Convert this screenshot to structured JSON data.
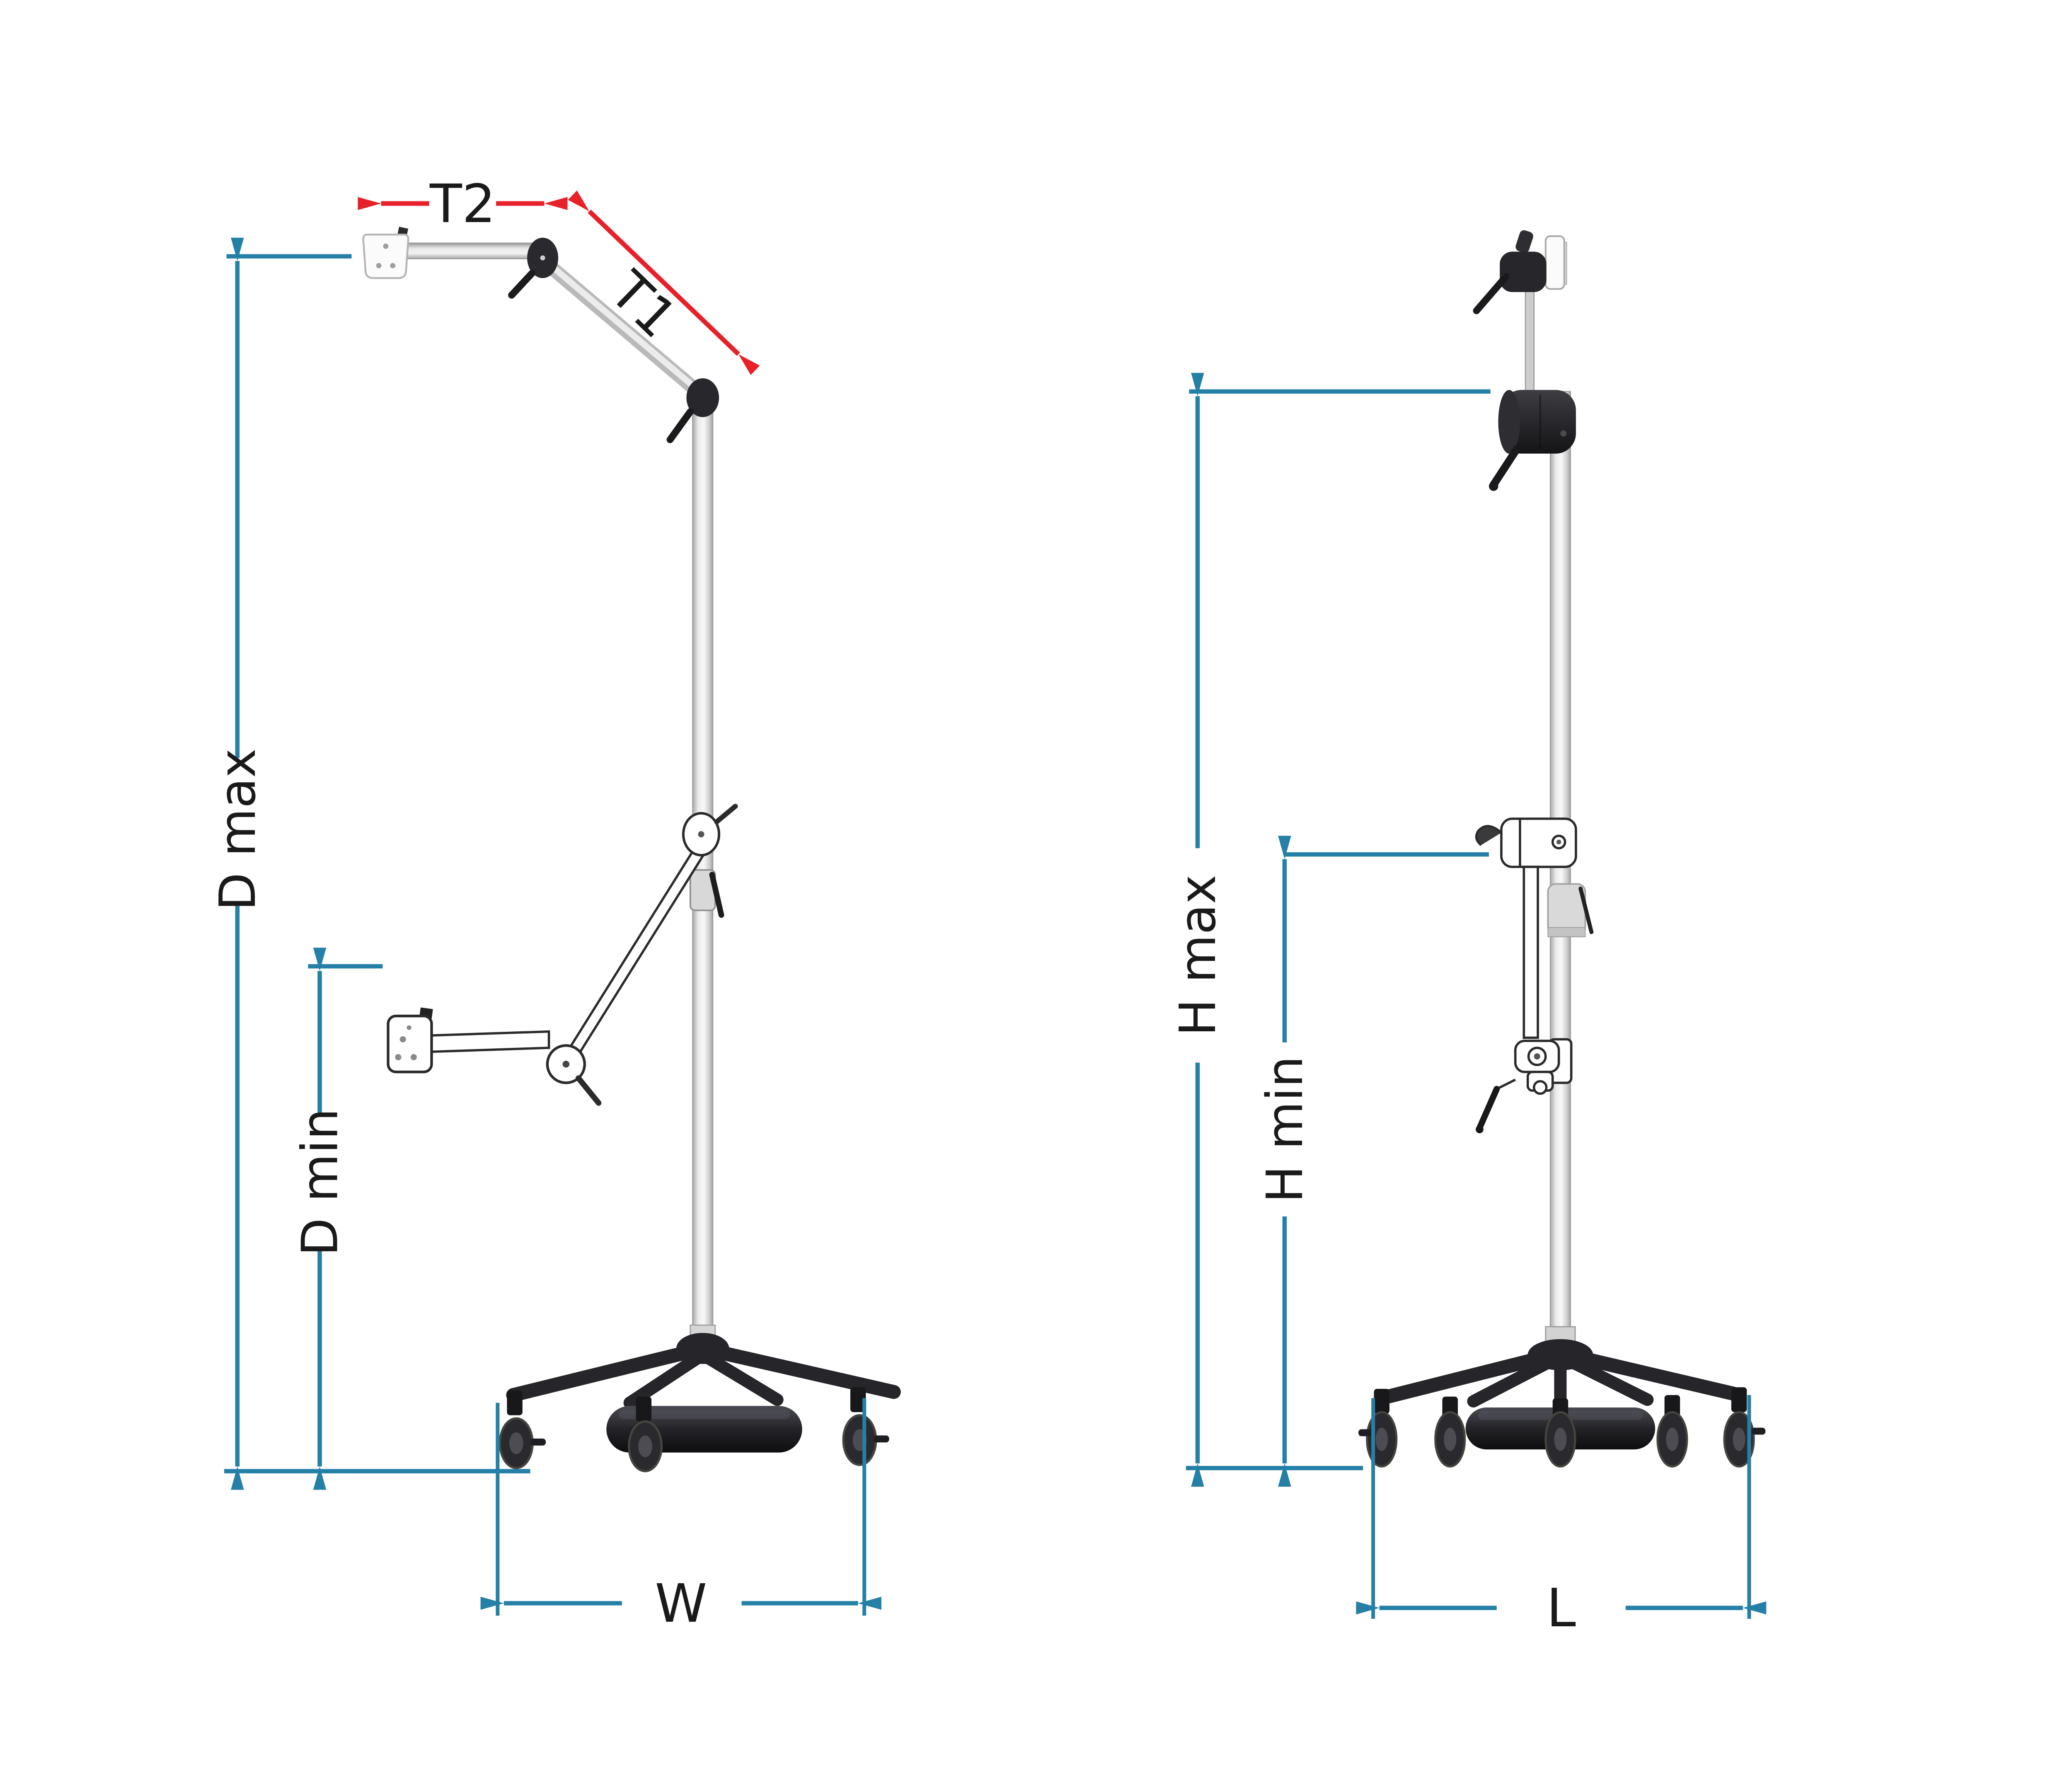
{
  "diagram": {
    "labels": {
      "t2": "T2",
      "t1": "T1",
      "d_max": "D max",
      "d_min": "D min",
      "w": "W",
      "h_max": "H max",
      "h_min": "H min",
      "l": "L"
    },
    "colors": {
      "dimension_blue": "#2580A8",
      "highlight_red": "#E62129",
      "label_text": "#1A1A1A",
      "background": "#FFFFFF",
      "device_dark": "#232327",
      "device_light": "#F2F2F2"
    }
  }
}
